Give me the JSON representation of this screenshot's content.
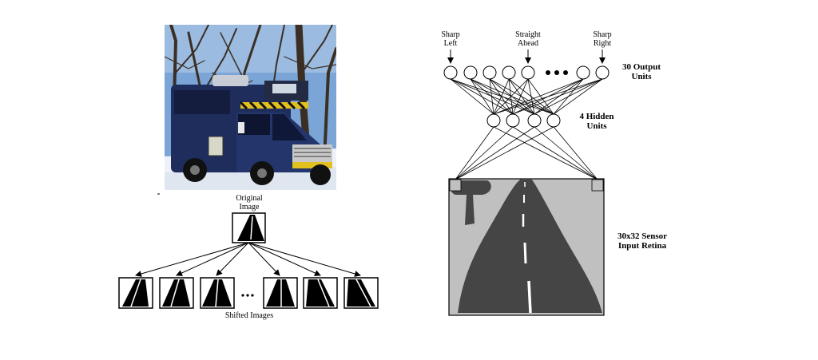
{
  "left_panel": {
    "original_label": "Original\nImage",
    "shifted_label": "Shifted Images",
    "ellipsis": "..."
  },
  "network": {
    "output_top_labels": {
      "sharp_left": "Sharp\nLeft",
      "straight_ahead": "Straight\nAhead",
      "sharp_right": "Sharp\nRight"
    },
    "output_units_label": "30 Output\nUnits",
    "hidden_units_label": "4 Hidden\nUnits",
    "sensor_label": "30x32 Sensor\nInput Retina",
    "ellipsis": "..."
  },
  "colors": {
    "sky": "#7aa5d6",
    "snow": "#eef2f8",
    "van": "#1f2d5c",
    "retina_bg": "#c0c0c0",
    "road": "#454545"
  }
}
